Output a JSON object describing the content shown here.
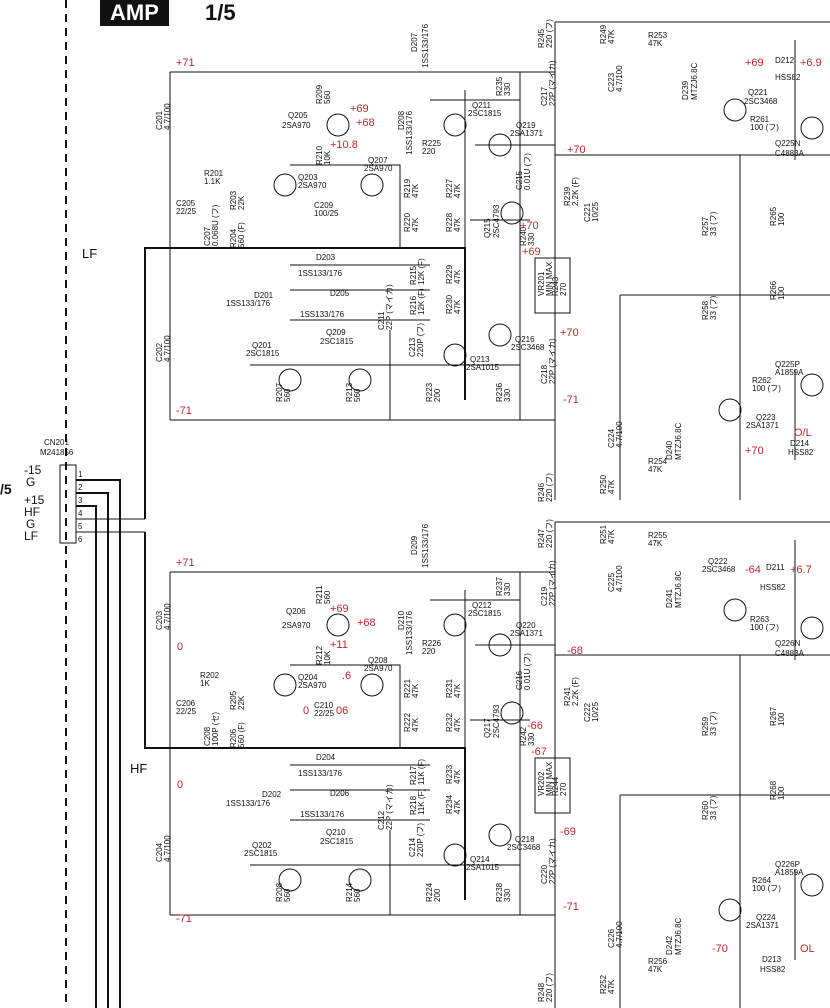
{
  "page": {
    "title": "AMP",
    "page_num": "1/5",
    "left_page_num": "/5"
  },
  "block_labels": {
    "lf": "LF",
    "hf": "HF"
  },
  "connector": {
    "ref": "CN201",
    "part": "M241856",
    "pins": [
      "1",
      "2",
      "3",
      "4",
      "5",
      "6"
    ],
    "pin_labels": [
      "-15",
      "G",
      "+15",
      "HF",
      "G",
      "LF"
    ]
  },
  "voltages": {
    "ch1": [
      "+71",
      "+69",
      "+68",
      "+10.8",
      "+70",
      "+70",
      "+69",
      "+70",
      "-71",
      "-71",
      "+69",
      "+6.9",
      "+70",
      "O/L"
    ],
    "ch2": [
      "+71",
      "+69",
      "+68",
      "+11",
      "0",
      "0",
      ".6",
      "06",
      "0",
      "-68",
      "-66",
      "-67",
      "-69",
      "-71",
      "-64",
      "+6.7",
      "-70",
      "OL",
      "-71"
    ]
  },
  "parts": {
    "transistors": [
      {
        "ref": "Q203",
        "type": "2SA970"
      },
      {
        "ref": "Q205",
        "type": "2SA970"
      },
      {
        "ref": "Q207",
        "type": "2SA970"
      },
      {
        "ref": "Q201",
        "type": "2SC1815"
      },
      {
        "ref": "Q209",
        "type": "2SC1815"
      },
      {
        "ref": "Q211",
        "type": "2SC1815"
      },
      {
        "ref": "Q213",
        "type": "2SA1015"
      },
      {
        "ref": "Q215",
        "type": "2SC4793"
      },
      {
        "ref": "Q216",
        "type": "2SC3468"
      },
      {
        "ref": "Q219",
        "type": "2SA1371"
      },
      {
        "ref": "Q221",
        "type": "2SC3468"
      },
      {
        "ref": "Q223",
        "type": "2SA1371"
      },
      {
        "ref": "Q225N",
        "type": "C4883A"
      },
      {
        "ref": "Q225P",
        "type": "A1859A"
      },
      {
        "ref": "Q204",
        "type": "2SA970"
      },
      {
        "ref": "Q206",
        "type": "2SA970"
      },
      {
        "ref": "Q208",
        "type": "2SA970"
      },
      {
        "ref": "Q202",
        "type": "2SC1815"
      },
      {
        "ref": "Q210",
        "type": "2SC1815"
      },
      {
        "ref": "Q212",
        "type": "2SC1815"
      },
      {
        "ref": "Q214",
        "type": "2SA1015"
      },
      {
        "ref": "Q217",
        "type": "2SC4793"
      },
      {
        "ref": "Q218",
        "type": "2SC3468"
      },
      {
        "ref": "Q220",
        "type": "2SA1371"
      },
      {
        "ref": "Q222",
        "type": "2SC3468"
      },
      {
        "ref": "Q224",
        "type": "2SA1371"
      },
      {
        "ref": "Q226N",
        "type": "C4883A"
      },
      {
        "ref": "Q226P",
        "type": "A1859A"
      }
    ],
    "diodes": [
      {
        "ref": "D201",
        "type": "1SS133/176"
      },
      {
        "ref": "D203",
        "type": "1SS133/176"
      },
      {
        "ref": "D205",
        "type": "1SS133/176"
      },
      {
        "ref": "D207",
        "type": "1SS133/176"
      },
      {
        "ref": "D208",
        "type": "1SS133/176"
      },
      {
        "ref": "D202",
        "type": "1SS133/176"
      },
      {
        "ref": "D204",
        "type": "1SS133/176"
      },
      {
        "ref": "D206",
        "type": "1SS133/176"
      },
      {
        "ref": "D209",
        "type": "1SS133/176"
      },
      {
        "ref": "D210",
        "type": "1SS133/176"
      },
      {
        "ref": "D212",
        "type": "HSS82"
      },
      {
        "ref": "D214",
        "type": "HSS82"
      },
      {
        "ref": "D211",
        "type": "HSS82"
      },
      {
        "ref": "D213",
        "type": "HSS82"
      },
      {
        "ref": "D239",
        "type": "MTZJ6.8C"
      },
      {
        "ref": "D240",
        "type": "MTZJ6.8C"
      },
      {
        "ref": "D241",
        "type": "MTZJ6.8C"
      },
      {
        "ref": "D242",
        "type": "MTZJ6.8C"
      }
    ],
    "resistors_ch1": [
      {
        "ref": "R201",
        "value": "1.1K"
      },
      {
        "ref": "R203",
        "value": "22K"
      },
      {
        "ref": "R204",
        "value": "560 (F)"
      },
      {
        "ref": "R207",
        "value": "560"
      },
      {
        "ref": "R209",
        "value": "560"
      },
      {
        "ref": "R210",
        "value": "10K"
      },
      {
        "ref": "R213",
        "value": "560"
      },
      {
        "ref": "R215",
        "value": "12K (F)"
      },
      {
        "ref": "R216",
        "value": "12K (F)"
      },
      {
        "ref": "R219",
        "value": "47K"
      },
      {
        "ref": "R220",
        "value": "47K"
      },
      {
        "ref": "R223",
        "value": "200"
      },
      {
        "ref": "R225",
        "value": "220"
      },
      {
        "ref": "R227",
        "value": "47K"
      },
      {
        "ref": "R228",
        "value": "47K"
      },
      {
        "ref": "R229",
        "value": "47K"
      },
      {
        "ref": "R230",
        "value": "47K"
      },
      {
        "ref": "R235",
        "value": "330"
      },
      {
        "ref": "R236",
        "value": "330"
      },
      {
        "ref": "R239",
        "value": "2.2K (F)"
      },
      {
        "ref": "R240",
        "value": "330"
      },
      {
        "ref": "R243",
        "value": "270"
      },
      {
        "ref": "R245",
        "value": "220 (フ)"
      },
      {
        "ref": "R246",
        "value": "220 (フ)"
      },
      {
        "ref": "R249",
        "value": "47K"
      },
      {
        "ref": "R250",
        "value": "47K"
      },
      {
        "ref": "R253",
        "value": "47K"
      },
      {
        "ref": "R254",
        "value": "47K"
      },
      {
        "ref": "R257",
        "value": "33 (フ)"
      },
      {
        "ref": "R258",
        "value": "33 (フ)"
      },
      {
        "ref": "R261",
        "value": "100 (フ)"
      },
      {
        "ref": "R262",
        "value": "100 (フ)"
      },
      {
        "ref": "R265",
        "value": "100"
      },
      {
        "ref": "R266",
        "value": "100"
      },
      {
        "ref": "VR201",
        "value": "MIN MAX"
      }
    ],
    "resistors_ch2": [
      {
        "ref": "R202",
        "value": "1K"
      },
      {
        "ref": "R205",
        "value": "22K"
      },
      {
        "ref": "R206",
        "value": "560 (F)"
      },
      {
        "ref": "R208",
        "value": "560"
      },
      {
        "ref": "R211",
        "value": "560"
      },
      {
        "ref": "R212",
        "value": "10K"
      },
      {
        "ref": "R214",
        "value": "560"
      },
      {
        "ref": "R217",
        "value": "11K (F)"
      },
      {
        "ref": "R218",
        "value": "11K (F)"
      },
      {
        "ref": "R221",
        "value": "47K"
      },
      {
        "ref": "R222",
        "value": "47K"
      },
      {
        "ref": "R224",
        "value": "200"
      },
      {
        "ref": "R226",
        "value": "220"
      },
      {
        "ref": "R231",
        "value": "47K"
      },
      {
        "ref": "R232",
        "value": "47K"
      },
      {
        "ref": "R233",
        "value": "47K"
      },
      {
        "ref": "R234",
        "value": "47K"
      },
      {
        "ref": "R237",
        "value": "330"
      },
      {
        "ref": "R238",
        "value": "330"
      },
      {
        "ref": "R241",
        "value": "2.2K (F)"
      },
      {
        "ref": "R242",
        "value": "330"
      },
      {
        "ref": "R244",
        "value": "270"
      },
      {
        "ref": "R247",
        "value": "220 (フ)"
      },
      {
        "ref": "R248",
        "value": "220 (フ)"
      },
      {
        "ref": "R251",
        "value": "47K"
      },
      {
        "ref": "R252",
        "value": "47K"
      },
      {
        "ref": "R255",
        "value": "47K"
      },
      {
        "ref": "R256",
        "value": "47K"
      },
      {
        "ref": "R259",
        "value": "33 (フ)"
      },
      {
        "ref": "R260",
        "value": "33 (フ)"
      },
      {
        "ref": "R263",
        "value": "100 (フ)"
      },
      {
        "ref": "R264",
        "value": "100 (フ)"
      },
      {
        "ref": "R267",
        "value": "100"
      },
      {
        "ref": "R268",
        "value": "100"
      },
      {
        "ref": "VR202",
        "value": "MIN MAX"
      }
    ],
    "capacitors_ch1": [
      {
        "ref": "C201",
        "value": "4.7/100"
      },
      {
        "ref": "C202",
        "value": "4.7/100"
      },
      {
        "ref": "C205",
        "value": "22/25"
      },
      {
        "ref": "C207",
        "value": "0.068U (フ)"
      },
      {
        "ref": "C209",
        "value": "100/25"
      },
      {
        "ref": "C211",
        "value": "22P (マイカ)"
      },
      {
        "ref": "C213",
        "value": "220P (フ)"
      },
      {
        "ref": "C215",
        "value": "0.01U (フ)"
      },
      {
        "ref": "C217",
        "value": "22P (マイカ)"
      },
      {
        "ref": "C218",
        "value": "22P (マイカ)"
      },
      {
        "ref": "C221",
        "value": "10/25"
      },
      {
        "ref": "C223",
        "value": "4.7/100"
      },
      {
        "ref": "C224",
        "value": "4.7/100"
      }
    ],
    "capacitors_ch2": [
      {
        "ref": "C203",
        "value": "4.7/100"
      },
      {
        "ref": "C204",
        "value": "4.7/100"
      },
      {
        "ref": "C206",
        "value": "22/25"
      },
      {
        "ref": "C208",
        "value": "100P (セ)"
      },
      {
        "ref": "C210",
        "value": "22/25"
      },
      {
        "ref": "C212",
        "value": "22P (マイカ)"
      },
      {
        "ref": "C214",
        "value": "220P (フ)"
      },
      {
        "ref": "C216",
        "value": "0.01U (フ)"
      },
      {
        "ref": "C219",
        "value": "22P (マイカ)"
      },
      {
        "ref": "C220",
        "value": "22P (マイカ)"
      },
      {
        "ref": "C222",
        "value": "10/25"
      },
      {
        "ref": "C225",
        "value": "4.7/100"
      },
      {
        "ref": "C226",
        "value": "4.7/100"
      }
    ]
  },
  "colors": {
    "ink": "#111111",
    "voltage": "#c0262d"
  }
}
